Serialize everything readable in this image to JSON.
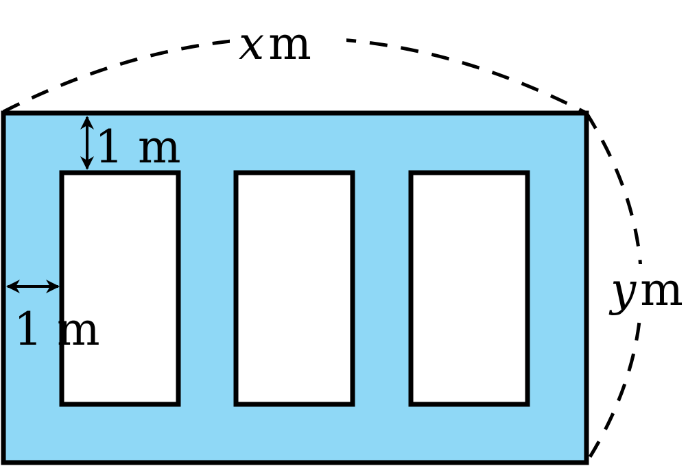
{
  "diagram": {
    "colors": {
      "wall_fill": "#8fd8f6",
      "stroke": "#000000",
      "window_fill": "#ffffff"
    },
    "labels": {
      "width_var": "x",
      "width_unit": "m",
      "height_var": "y",
      "height_unit": "m",
      "top_margin": "1 m",
      "side_margin": "1 m"
    },
    "window_count": 3
  }
}
